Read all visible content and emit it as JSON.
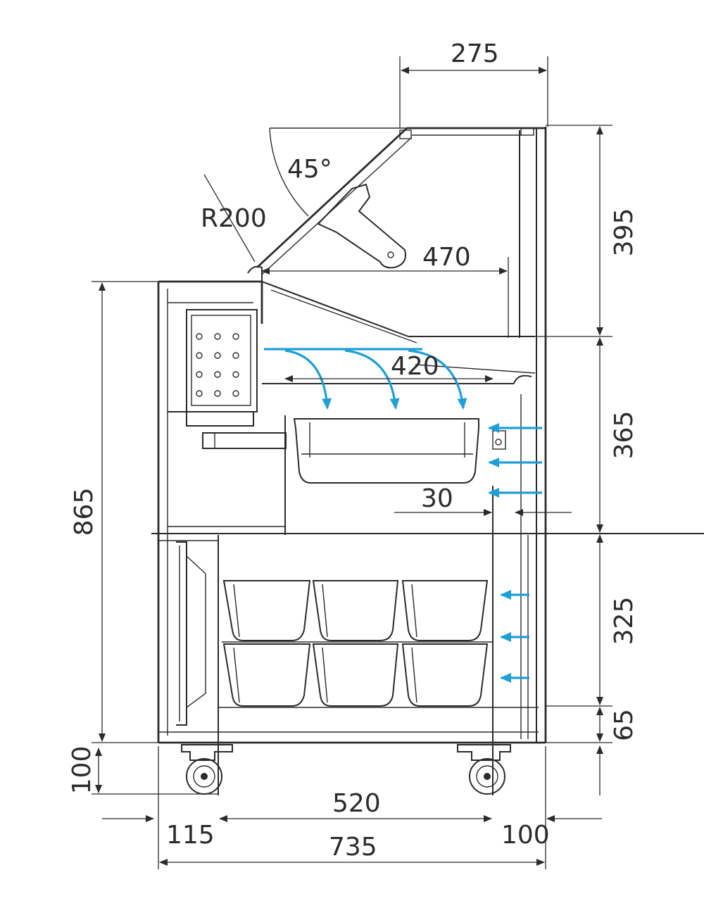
{
  "dimensions": {
    "top_width": "275",
    "angle": "45°",
    "radius": "R200",
    "upper_depth": "470",
    "shelf_depth": "420",
    "gap": "30",
    "canopy_height": "395",
    "display_height": "365",
    "storage_height": "325",
    "base_height": "65",
    "counter_height": "865",
    "leg_height": "100",
    "rear_offset": "115",
    "inner_width": "520",
    "front_offset": "100",
    "total_width": "735"
  },
  "colors": {
    "line": "#2b2b2b",
    "airflow": "#1e9fd6"
  }
}
